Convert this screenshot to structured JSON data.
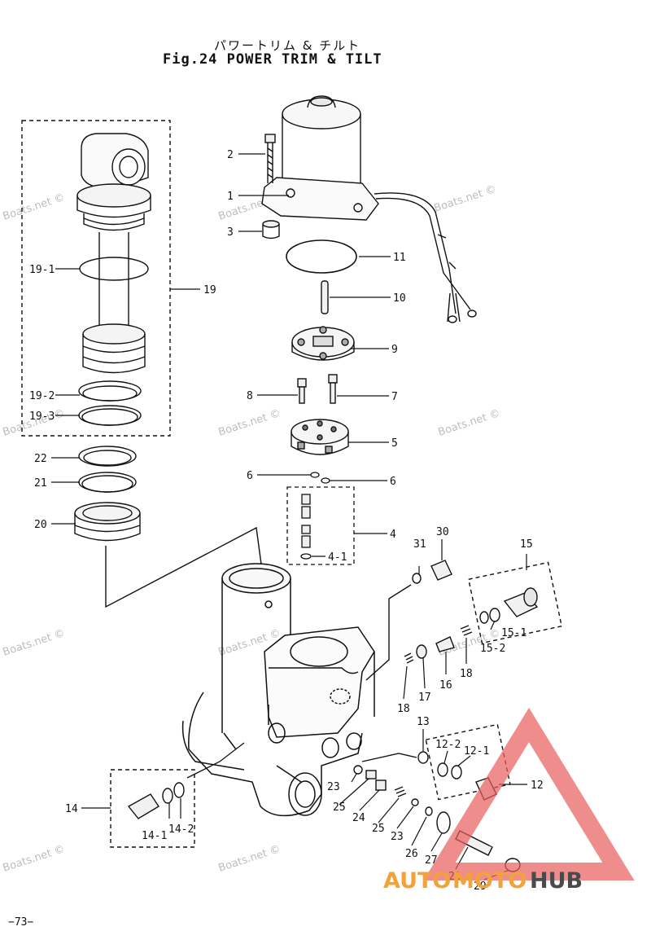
{
  "title": {
    "japanese": "パワートリム & チルト",
    "figure": "Fig.24  POWER TRIM & TILT"
  },
  "page_number": "−73−",
  "watermark": "Boats.net ©",
  "logo": {
    "part1": "AUTO",
    "part2": "MOTO",
    "part3": "HUB",
    "color_accent": "#f2a23a",
    "color_dark": "#4a4a4a",
    "color_triangle": "#e85c5c"
  },
  "callouts": {
    "c1": "1",
    "c2": "2",
    "c3": "3",
    "c4": "4",
    "c4_1": "4-1",
    "c5": "5",
    "c6a": "6",
    "c6b": "6",
    "c7": "7",
    "c8": "8",
    "c9": "9",
    "c10": "10",
    "c11": "11",
    "c12": "12",
    "c12_1": "12-1",
    "c12_2": "12-2",
    "c13": "13",
    "c14": "14",
    "c14_1": "14-1",
    "c14_2": "14-2",
    "c15": "15",
    "c15_1": "15-1",
    "c15_2": "15-2",
    "c16": "16",
    "c17": "17",
    "c18a": "18",
    "c18b": "18",
    "c19": "19",
    "c19_1": "19-1",
    "c19_2": "19-2",
    "c19_3": "19-3",
    "c20": "20",
    "c21": "21",
    "c22": "22",
    "c23a": "23",
    "c23b": "23",
    "c24": "24",
    "c25a": "25",
    "c25b": "25",
    "c26": "26",
    "c27": "27",
    "c28": "28",
    "c29": "29",
    "c30": "30",
    "c31": "31"
  }
}
